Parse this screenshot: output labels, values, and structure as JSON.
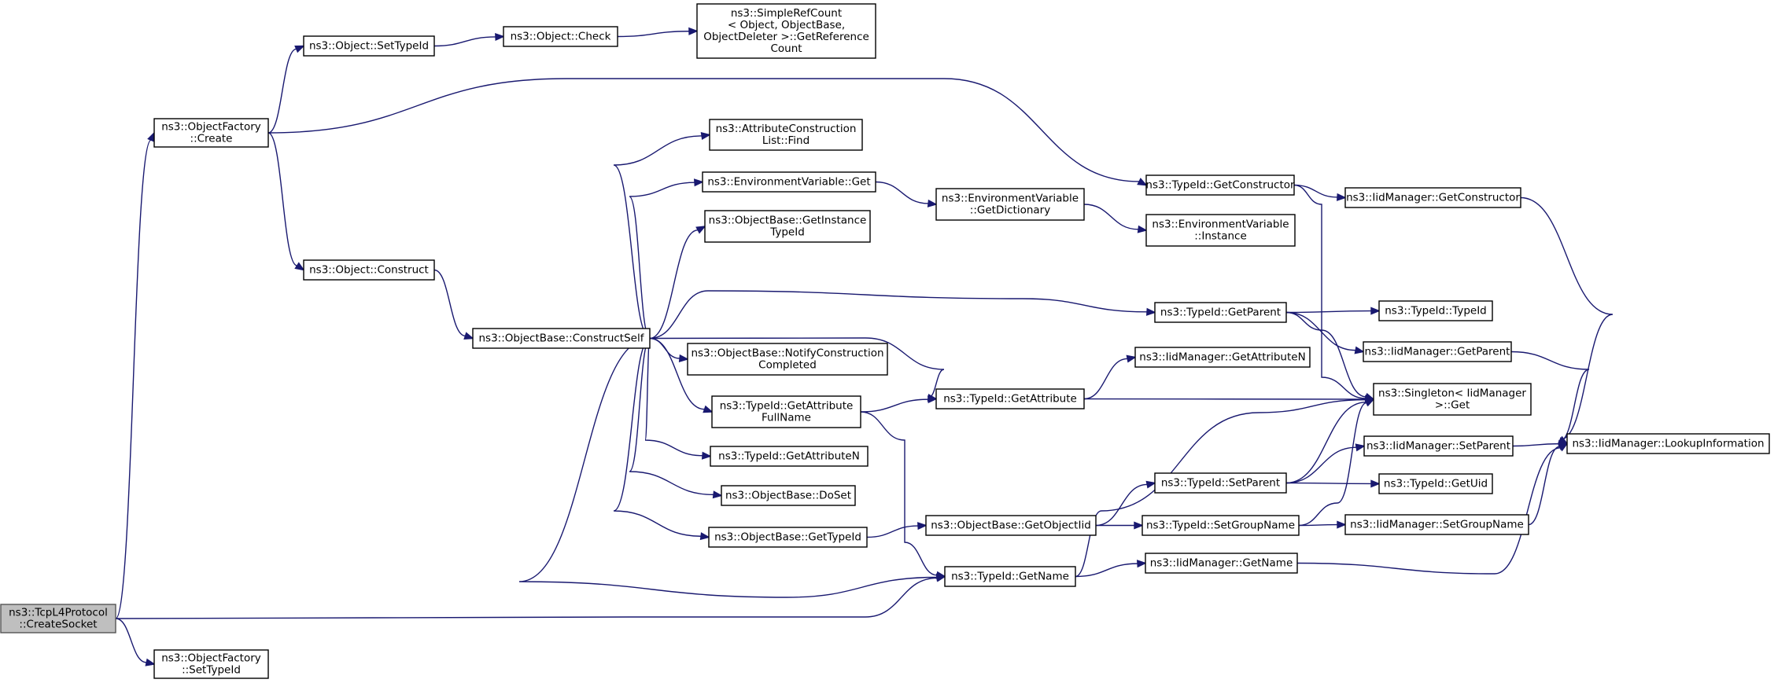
{
  "graph": {
    "direction": "left-to-right",
    "edge_color": "#191970",
    "root_fill": "#bfbfbf",
    "nodes": [
      {
        "id": "tcp_createsocket",
        "lines": [
          "ns3::TcpL4Protocol",
          "::CreateSocket"
        ],
        "root": true
      },
      {
        "id": "of_create",
        "lines": [
          "ns3::ObjectFactory",
          "::Create"
        ]
      },
      {
        "id": "of_settypeid",
        "lines": [
          "ns3::ObjectFactory",
          "::SetTypeId"
        ]
      },
      {
        "id": "obj_settypeid",
        "lines": [
          "ns3::Object::SetTypeId"
        ]
      },
      {
        "id": "obj_check",
        "lines": [
          "ns3::Object::Check"
        ]
      },
      {
        "id": "src_getref",
        "lines": [
          "ns3::SimpleRefCount",
          "< Object, ObjectBase,",
          " ObjectDeleter >::GetReference",
          "Count"
        ]
      },
      {
        "id": "obj_construct",
        "lines": [
          "ns3::Object::Construct"
        ]
      },
      {
        "id": "ob_constructself",
        "lines": [
          "ns3::ObjectBase::ConstructSelf"
        ]
      },
      {
        "id": "acl_find",
        "lines": [
          "ns3::AttributeConstruction",
          "List::Find"
        ]
      },
      {
        "id": "ev_get",
        "lines": [
          "ns3::EnvironmentVariable::Get"
        ]
      },
      {
        "id": "ev_getdict",
        "lines": [
          "ns3::EnvironmentVariable",
          "::GetDictionary"
        ]
      },
      {
        "id": "ev_instance",
        "lines": [
          "ns3::EnvironmentVariable",
          "::Instance"
        ]
      },
      {
        "id": "ob_getinstancetypeid",
        "lines": [
          "ns3::ObjectBase::GetInstance",
          "TypeId"
        ]
      },
      {
        "id": "ob_notify",
        "lines": [
          "ns3::ObjectBase::NotifyConstruction",
          "Completed"
        ]
      },
      {
        "id": "tid_getattrfullname",
        "lines": [
          "ns3::TypeId::GetAttribute",
          "FullName"
        ]
      },
      {
        "id": "tid_getattrn",
        "lines": [
          "ns3::TypeId::GetAttributeN"
        ]
      },
      {
        "id": "ob_doset",
        "lines": [
          "ns3::ObjectBase::DoSet"
        ]
      },
      {
        "id": "ob_gettypeid",
        "lines": [
          "ns3::ObjectBase::GetTypeId"
        ]
      },
      {
        "id": "tid_getconstructor",
        "lines": [
          "ns3::TypeId::GetConstructor"
        ]
      },
      {
        "id": "tid_getparent",
        "lines": [
          "ns3::TypeId::GetParent"
        ]
      },
      {
        "id": "tid_getattribute",
        "lines": [
          "ns3::TypeId::GetAttribute"
        ]
      },
      {
        "id": "ob_getobjectiid",
        "lines": [
          "ns3::ObjectBase::GetObjectIid"
        ]
      },
      {
        "id": "tid_getname",
        "lines": [
          "ns3::TypeId::GetName"
        ]
      },
      {
        "id": "tid_setparent",
        "lines": [
          "ns3::TypeId::SetParent"
        ]
      },
      {
        "id": "tid_setgroupname",
        "lines": [
          "ns3::TypeId::SetGroupName"
        ]
      },
      {
        "id": "iid_getconstructor",
        "lines": [
          "ns3::IidManager::GetConstructor"
        ]
      },
      {
        "id": "tid_typeid",
        "lines": [
          "ns3::TypeId::TypeId"
        ]
      },
      {
        "id": "iid_getparent",
        "lines": [
          "ns3::IidManager::GetParent"
        ]
      },
      {
        "id": "iid_getattrn",
        "lines": [
          "ns3::IidManager::GetAttributeN"
        ]
      },
      {
        "id": "singleton_get",
        "lines": [
          "ns3::Singleton< IidManager",
          " >::Get"
        ]
      },
      {
        "id": "iid_setparent",
        "lines": [
          "ns3::IidManager::SetParent"
        ]
      },
      {
        "id": "tid_getuid",
        "lines": [
          "ns3::TypeId::GetUid"
        ]
      },
      {
        "id": "iid_setgroupname",
        "lines": [
          "ns3::IidManager::SetGroupName"
        ]
      },
      {
        "id": "iid_getname",
        "lines": [
          "ns3::IidManager::GetName"
        ]
      },
      {
        "id": "iid_lookup",
        "lines": [
          "ns3::IidManager::LookupInformation"
        ]
      }
    ],
    "edges": [
      {
        "from": "tcp_createsocket",
        "to": "of_create"
      },
      {
        "from": "tcp_createsocket",
        "to": "tid_getname"
      },
      {
        "from": "tcp_createsocket",
        "to": "of_settypeid"
      },
      {
        "from": "of_create",
        "to": "obj_settypeid"
      },
      {
        "from": "of_create",
        "to": "tid_getconstructor"
      },
      {
        "from": "of_create",
        "to": "obj_construct"
      },
      {
        "from": "obj_settypeid",
        "to": "obj_check"
      },
      {
        "from": "obj_check",
        "to": "src_getref"
      },
      {
        "from": "obj_construct",
        "to": "ob_constructself"
      },
      {
        "from": "ob_constructself",
        "to": "acl_find"
      },
      {
        "from": "ob_constructself",
        "to": "ev_get"
      },
      {
        "from": "ob_constructself",
        "to": "ob_getinstancetypeid"
      },
      {
        "from": "ob_constructself",
        "to": "tid_getparent"
      },
      {
        "from": "ob_constructself",
        "to": "tid_getattribute"
      },
      {
        "from": "ob_constructself",
        "to": "ob_notify"
      },
      {
        "from": "ob_constructself",
        "to": "tid_getattrfullname"
      },
      {
        "from": "ob_constructself",
        "to": "tid_getattrn"
      },
      {
        "from": "ob_constructself",
        "to": "ob_doset"
      },
      {
        "from": "ob_constructself",
        "to": "ob_gettypeid"
      },
      {
        "from": "ob_constructself",
        "to": "tid_getname"
      },
      {
        "from": "ev_get",
        "to": "ev_getdict"
      },
      {
        "from": "ev_getdict",
        "to": "ev_instance"
      },
      {
        "from": "tid_getattrfullname",
        "to": "tid_getattribute"
      },
      {
        "from": "tid_getattrfullname",
        "to": "tid_getname"
      },
      {
        "from": "ob_gettypeid",
        "to": "ob_getobjectiid"
      },
      {
        "from": "ob_getobjectiid",
        "to": "tid_setparent"
      },
      {
        "from": "ob_getobjectiid",
        "to": "tid_setgroupname"
      },
      {
        "from": "tid_getconstructor",
        "to": "iid_getconstructor"
      },
      {
        "from": "tid_getconstructor",
        "to": "singleton_get"
      },
      {
        "from": "tid_getparent",
        "to": "tid_typeid"
      },
      {
        "from": "tid_getparent",
        "to": "iid_getparent"
      },
      {
        "from": "tid_getparent",
        "to": "singleton_get"
      },
      {
        "from": "tid_getattribute",
        "to": "iid_getattrn"
      },
      {
        "from": "tid_getattribute",
        "to": "singleton_get"
      },
      {
        "from": "tid_getname",
        "to": "singleton_get"
      },
      {
        "from": "tid_getname",
        "to": "iid_getname"
      },
      {
        "from": "tid_setparent",
        "to": "singleton_get"
      },
      {
        "from": "tid_setparent",
        "to": "iid_setparent"
      },
      {
        "from": "tid_setparent",
        "to": "tid_getuid"
      },
      {
        "from": "tid_setgroupname",
        "to": "singleton_get"
      },
      {
        "from": "tid_setgroupname",
        "to": "iid_setgroupname"
      },
      {
        "from": "iid_getconstructor",
        "to": "iid_lookup"
      },
      {
        "from": "iid_getparent",
        "to": "iid_lookup"
      },
      {
        "from": "iid_setparent",
        "to": "iid_lookup"
      },
      {
        "from": "iid_setgroupname",
        "to": "iid_lookup"
      },
      {
        "from": "iid_getname",
        "to": "iid_lookup"
      }
    ]
  }
}
